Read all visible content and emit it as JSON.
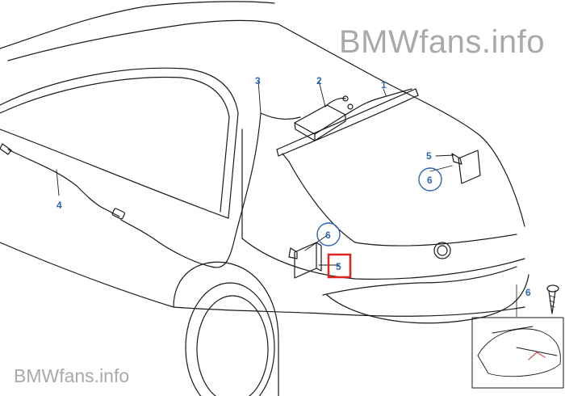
{
  "watermark": {
    "top": "BMWfans.info",
    "bottom": "BMWfans.info"
  },
  "callouts": [
    {
      "id": "1",
      "label": "1"
    },
    {
      "id": "2",
      "label": "2"
    },
    {
      "id": "3",
      "label": "3"
    },
    {
      "id": "4",
      "label": "4"
    },
    {
      "id": "5a",
      "label": "5"
    },
    {
      "id": "6a",
      "label": "6"
    },
    {
      "id": "6b",
      "label": "6"
    },
    {
      "id": "5b",
      "label": "5"
    },
    {
      "id": "6c",
      "label": "6"
    }
  ],
  "highlight": {
    "label": "5",
    "color": "#e32222"
  },
  "colors": {
    "callout": "#2b67b7",
    "line": "#1a1a1a",
    "watermark": "#a9a9a9"
  },
  "icons": [
    "screw-icon",
    "car-thumbnail-icon"
  ]
}
